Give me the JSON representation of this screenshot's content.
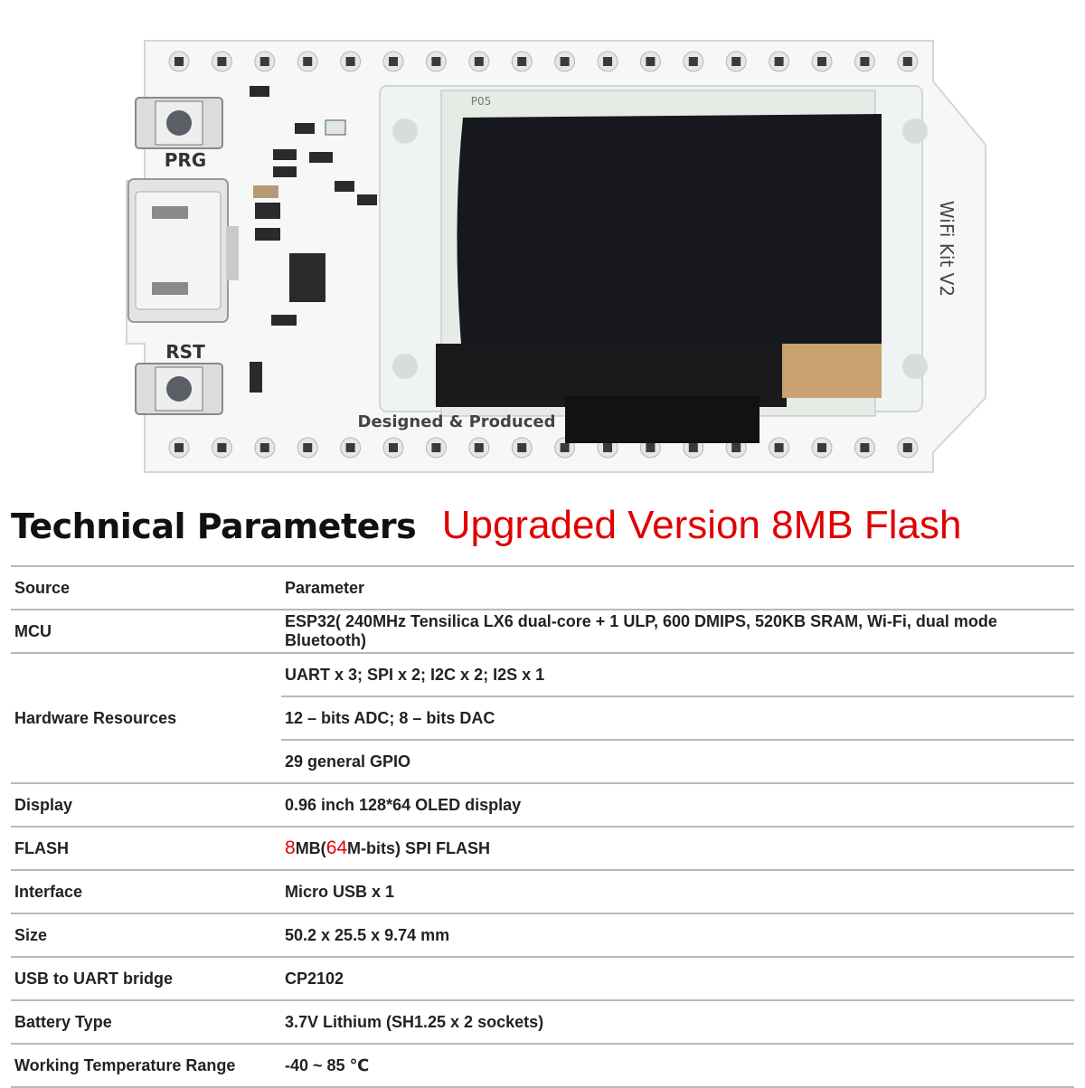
{
  "board_image": {
    "button_top_label": "PRG",
    "button_bottom_label": "RST",
    "silkscreen_bottom": "Designed & Produced",
    "oled_label": "P05",
    "side_text": "WiFi Kit V2"
  },
  "heading": {
    "title": "Technical Parameters",
    "subtitle": "Upgraded Version 8MB Flash"
  },
  "table": {
    "header": {
      "source": "Source",
      "parameter": "Parameter"
    },
    "mcu": {
      "label": "MCU",
      "value": "ESP32( 240MHz Tensilica LX6 dual-core + 1 ULP, 600 DMIPS, 520KB SRAM, Wi-Fi, dual mode Bluetooth)"
    },
    "hardware": {
      "label": "Hardware Resources",
      "values": [
        "UART x 3; SPI x 2; I2C x 2; I2S x 1",
        "12 – bits ADC; 8 – bits DAC",
        "29 general GPIO"
      ]
    },
    "display": {
      "label": "Display",
      "value": "0.96 inch 128*64 OLED display"
    },
    "flash": {
      "label": "FLASH",
      "size": "8",
      "mb_open": "MB(",
      "bits": "64",
      "rest": "M-bits) SPI FLASH"
    },
    "interface": {
      "label": "Interface",
      "value": "Micro USB x 1"
    },
    "size": {
      "label": "Size",
      "value": "50.2 x 25.5 x 9.74 mm"
    },
    "usb_uart": {
      "label": "USB to UART bridge",
      "value": "CP2102"
    },
    "battery": {
      "label": "Battery Type",
      "value": "3.7V Lithium (SH1.25 x 2 sockets)"
    },
    "temperature": {
      "label": "Working Temperature Range",
      "value": "-40 ~ 85 ℃"
    }
  },
  "colors": {
    "accent_red": "#e00000",
    "board": "#f7f7f7",
    "oled": "#17181d",
    "row_border": "#b8b8b8"
  }
}
